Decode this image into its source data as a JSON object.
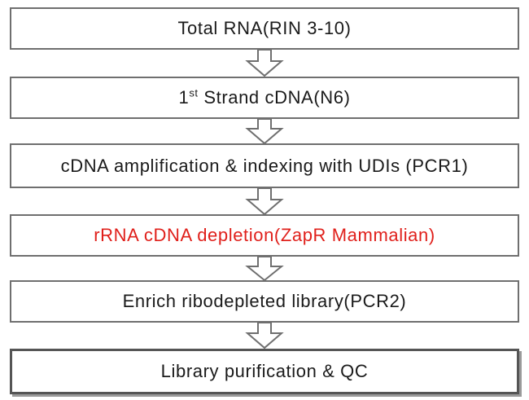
{
  "flowchart": {
    "steps": [
      {
        "label": "Total RNA(RIN 3-10)"
      },
      {
        "label_prefix": "1",
        "label_superscript": "st",
        "label_suffix": " Strand cDNA(N6)"
      },
      {
        "label": "cDNA amplification & indexing with UDIs (PCR1)"
      },
      {
        "label": "rRNA cDNA depletion(ZapR Mammalian)"
      },
      {
        "label": "Enrich ribodepleted library(PCR2)"
      },
      {
        "label": "Library purification & QC"
      }
    ],
    "highlight_color": "#e0201b",
    "border_color": "#6f6f6f",
    "arrow_icon": "down-arrow-outline-icon"
  }
}
